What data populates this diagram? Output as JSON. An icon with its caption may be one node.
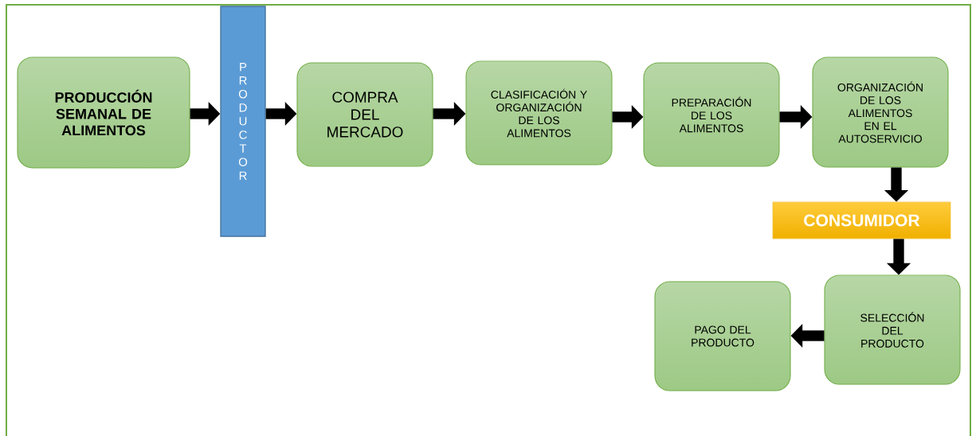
{
  "diagram": {
    "nodes": [
      {
        "text": [
          "PRODUCCIÓN SEMANAL DE ALIMENTOS"
        ]
      },
      {
        "text": [
          "PRODUCTOR"
        ]
      },
      {
        "text": [
          "COMPRA DEL MERCADO"
        ]
      },
      {
        "text": [
          "CLASIFICACIÓN Y ORGANIZACIÓN DE LOS ALIMENTOS"
        ]
      },
      {
        "text": [
          "PREPARACIÓN DE LOS ALIMENTOS"
        ]
      },
      {
        "text": [
          "ORGANIZACIÓN DE LOS ALIMENTOS EN EL AUTOSERVICIO"
        ]
      },
      {
        "text": [
          "CONSUMIDOR"
        ]
      },
      {
        "text": [
          "SELECCIÓN DEL PRODUCTO"
        ]
      },
      {
        "text": [
          "PAGO DEL PRODUCTO"
        ]
      }
    ],
    "edges": [
      {
        "from": 0,
        "to": 1,
        "arrow": "to"
      },
      {
        "from": 1,
        "to": 2,
        "arrow": "to"
      },
      {
        "from": 2,
        "to": 3,
        "arrow": "to"
      },
      {
        "from": 3,
        "to": 4,
        "arrow": "to"
      },
      {
        "from": 4,
        "to": 5,
        "arrow": "to"
      },
      {
        "from": 5,
        "to": 6,
        "arrow": "to"
      },
      {
        "from": 6,
        "to": 7,
        "arrow": "to"
      },
      {
        "from": 7,
        "to": 8,
        "arrow": "to"
      }
    ]
  }
}
